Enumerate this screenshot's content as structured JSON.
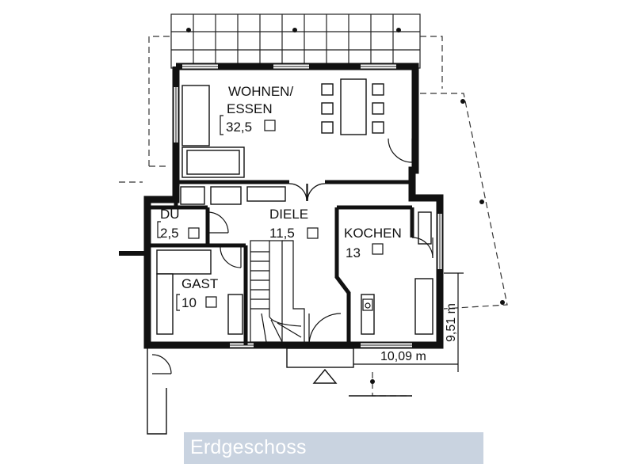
{
  "rooms": {
    "wohnen_line1": "WOHNEN/",
    "wohnen_line2": "ESSEN",
    "wohnen_area": "32,5",
    "du": "DU",
    "du_area": "2,5",
    "diele": "DIELE",
    "diele_area": "11,5",
    "kochen": "KOCHEN",
    "kochen_area": "13",
    "gast": "GAST",
    "gast_area": "10"
  },
  "dimensions": {
    "width": "10,09 m",
    "depth": "9,51 m"
  },
  "floor": {
    "title": "Erdgeschoss"
  }
}
